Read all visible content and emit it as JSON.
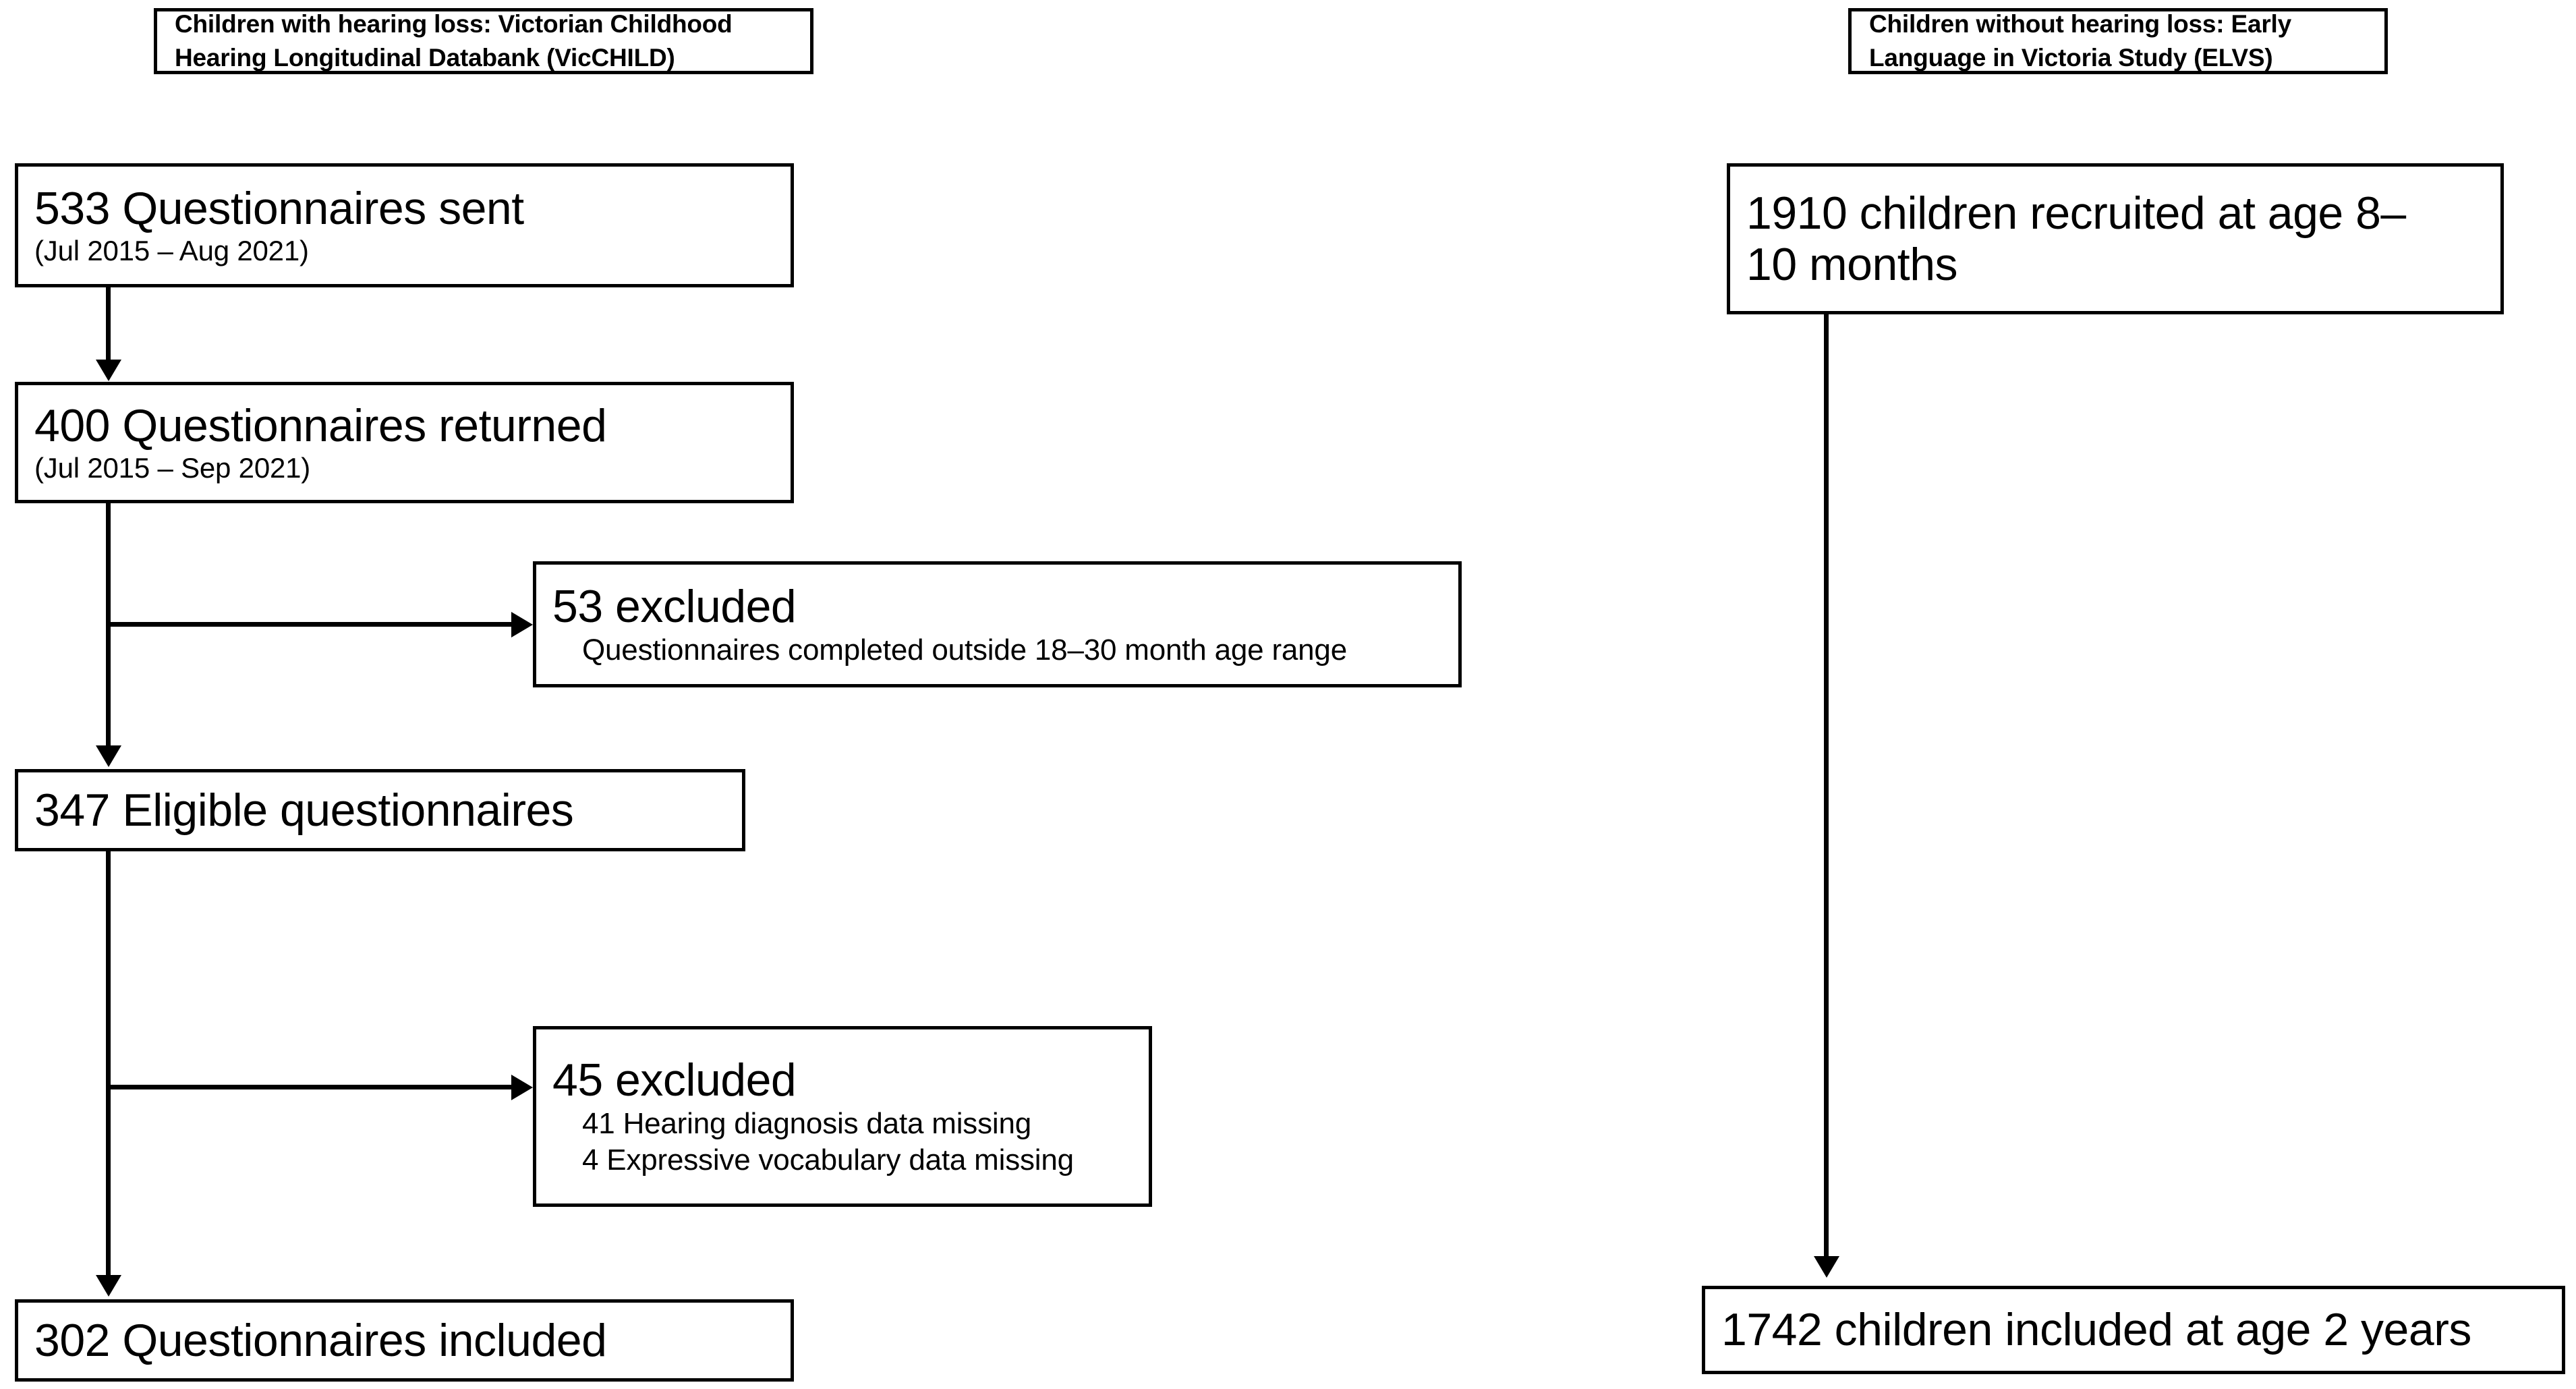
{
  "figure": {
    "type": "flowchart",
    "description": "Participant flow diagram for two cohorts"
  },
  "left_column": {
    "header": {
      "line1": "Children with hearing loss: Victorian Childhood",
      "line2": "Hearing Longitudinal Databank (VicCHILD)"
    },
    "nodes": [
      {
        "id": "questionnaires-sent",
        "main": "533 Questionnaires sent",
        "sub": "(Jul 2015 – Aug 2021)"
      },
      {
        "id": "questionnaires-returned",
        "main": "400 Questionnaires returned",
        "sub": "(Jul 2015 – Sep 2021)"
      },
      {
        "id": "excluded-53",
        "main": "53 excluded",
        "details": [
          "Questionnaires completed outside 18–30 month age range"
        ]
      },
      {
        "id": "eligible-questionnaires",
        "main": "347 Eligible questionnaires",
        "sub": ""
      },
      {
        "id": "excluded-45",
        "main": "45 excluded",
        "details": [
          "41 Hearing diagnosis data missing",
          "4 Expressive vocabulary data missing"
        ]
      },
      {
        "id": "questionnaires-included",
        "main": "302 Questionnaires included",
        "sub": ""
      }
    ]
  },
  "right_column": {
    "header": {
      "line1": "Children without hearing loss: Early",
      "line2": "Language in Victoria Study (ELVS)"
    },
    "nodes": [
      {
        "id": "children-recruited",
        "line1": "1910 children recruited at age 8–",
        "line2": "10 months"
      },
      {
        "id": "children-included",
        "line1": "1742 children included at age 2 years"
      }
    ]
  },
  "colors": {
    "line": "#000000",
    "background": "#ffffff",
    "text": "#000000"
  }
}
